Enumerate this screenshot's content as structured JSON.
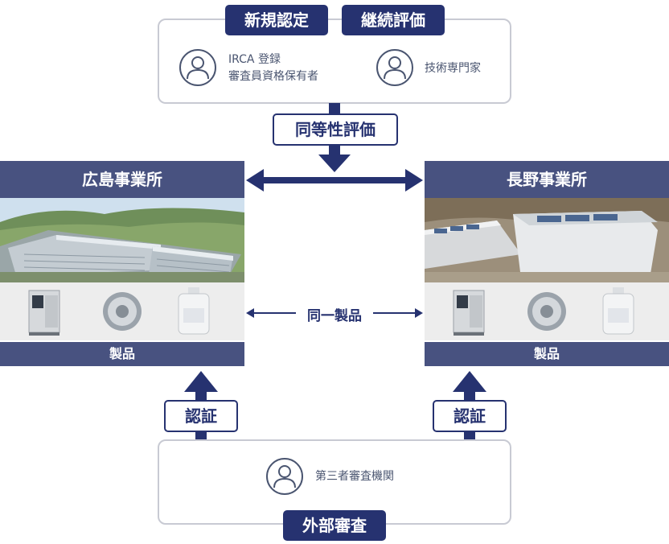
{
  "top": {
    "tag_new": "新規認定",
    "tag_continue": "継続評価",
    "person1_line1": "IRCA 登録",
    "person1_line2": "審査員資格保有者",
    "person2": "技術専門家"
  },
  "equivalence": "同等性評価",
  "sites": {
    "left": {
      "name": "広島事業所",
      "products_label": "製品"
    },
    "right": {
      "name": "長野事業所",
      "products_label": "製品"
    }
  },
  "same_product": "同一製品",
  "certification": "認証",
  "bottom": {
    "auditor": "第三者審査機関",
    "tag": "外部審査"
  },
  "colors": {
    "navy": "#263270",
    "site_header": "#485280",
    "box_border": "#c8cad3"
  }
}
